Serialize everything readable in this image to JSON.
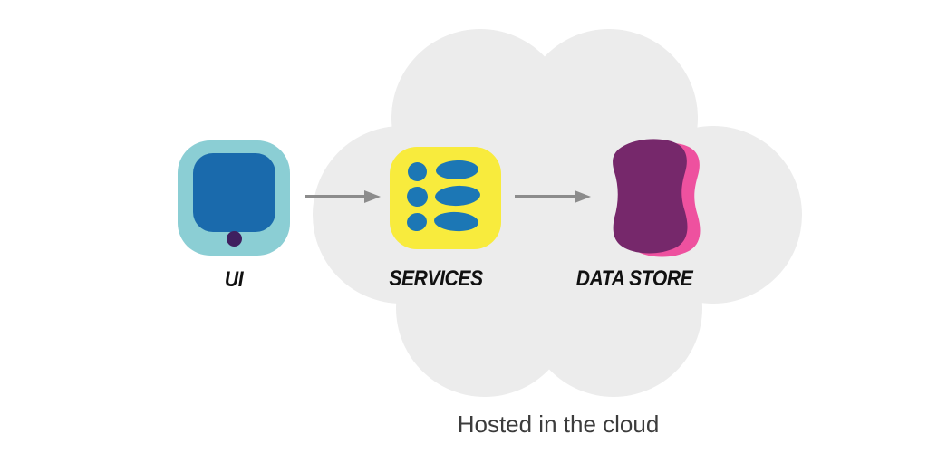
{
  "diagram": {
    "title": "",
    "caption": "Hosted in the cloud",
    "nodes": [
      {
        "id": "ui",
        "label": "UI",
        "icon": "tablet-icon",
        "inside_cloud": false
      },
      {
        "id": "services",
        "label": "SERVICES",
        "icon": "list-icon",
        "inside_cloud": true
      },
      {
        "id": "data-store",
        "label": "DATA STORE",
        "icon": "database-blob-icon",
        "inside_cloud": true
      }
    ],
    "edges": [
      {
        "from": "ui",
        "to": "services",
        "style": "arrow-right"
      },
      {
        "from": "services",
        "to": "data-store",
        "style": "arrow-right"
      }
    ],
    "cloud": {
      "shape": "cloud",
      "contains": [
        "services",
        "data-store"
      ]
    }
  },
  "colors": {
    "background": "#ffffff",
    "cloud": "#ECECEC",
    "arrow": "#8C8C8C",
    "tablet_body": "#8BCED4",
    "tablet_screen": "#1A6AAC",
    "tablet_button": "#3F1F5F",
    "services_box": "#F8EB3D",
    "services_items": "#1C77B5",
    "datastore_front": "#76286B",
    "datastore_back": "#EE519F",
    "label_text": "#111111",
    "caption_text": "#3C3C3C"
  }
}
